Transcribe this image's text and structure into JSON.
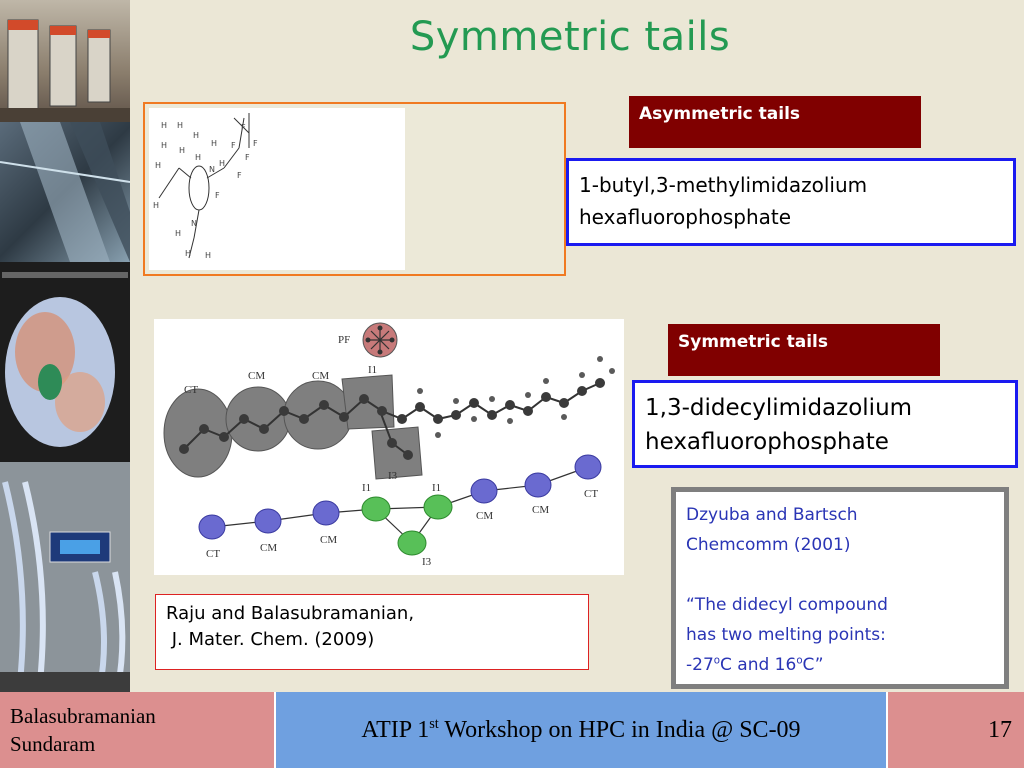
{
  "slide": {
    "title": "Symmetric tails"
  },
  "asymmetric": {
    "label": "Asymmetric tails",
    "compound_line1": "1-butyl,3-methylimidazolium",
    "compound_line2": "hexafluorophosphate"
  },
  "symmetric": {
    "label": "Symmetric tails",
    "compound_line1": "1,3-didecylimidazolium",
    "compound_line2": "hexafluorophosphate"
  },
  "reference": {
    "line1": "Raju and Balasubramanian,",
    "line2": " J. Mater. Chem. (2009)"
  },
  "quote": {
    "line1": "Dzyuba and Bartsch",
    "line2": "Chemcomm (2001)",
    "line3": "“The didecyl compound",
    "line4": "has two melting points:",
    "line5_pre": "-27",
    "line5_sup1": "o",
    "line5_mid": "C and 16",
    "line5_sup2": "o",
    "line5_post": "C”"
  },
  "diagram_labels": {
    "pf": "PF",
    "ct_top": "CT",
    "cm_top1": "CM",
    "cm_top2": "CM",
    "i1_top": "I1",
    "i3_top": "I3",
    "i1_b1": "I1",
    "i1_b2": "I1",
    "i3_b": "I3",
    "ct_b1": "CT",
    "cm_b1": "CM",
    "cm_b2": "CM",
    "cm_b3": "CM",
    "cm_b4": "CM",
    "ct_b2": "CT"
  },
  "footer": {
    "author_line1": "Balasubramanian",
    "author_line2": "Sundaram",
    "event_pre": "ATIP 1",
    "event_sup": "st",
    "event_post": " Workshop on HPC in India @ SC-09",
    "page_number": "17"
  },
  "colors": {
    "title": "#239a52",
    "label_bg": "#800000",
    "name_border": "#1a1af0",
    "quote_text": "#2a35b5",
    "footer_side": "#dc8f8f",
    "footer_mid": "#6fa0e0"
  }
}
